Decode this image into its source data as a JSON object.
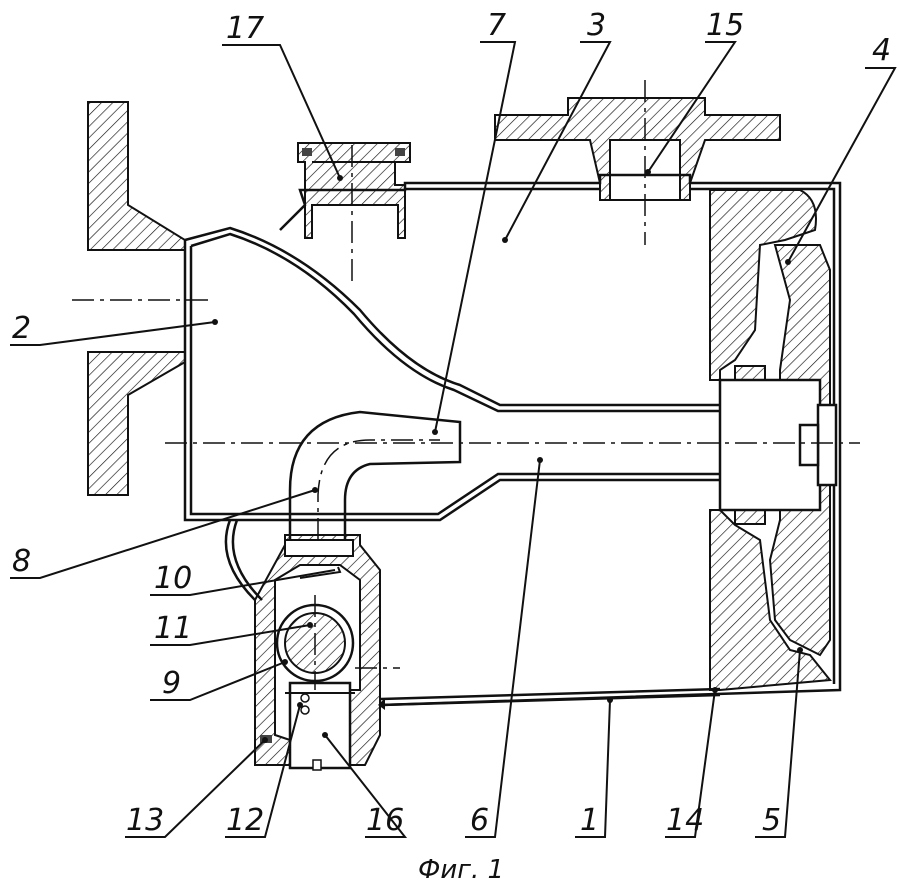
{
  "figure": {
    "caption": "Фиг. 1",
    "labels": {
      "l1": "1",
      "l2": "2",
      "l3": "3",
      "l4": "4",
      "l5": "5",
      "l6": "6",
      "l7": "7",
      "l8": "8",
      "l9": "9",
      "l10": "10",
      "l11": "11",
      "l12": "12",
      "l13": "13",
      "l14": "14",
      "l15": "15",
      "l16": "16",
      "l17": "17"
    }
  }
}
